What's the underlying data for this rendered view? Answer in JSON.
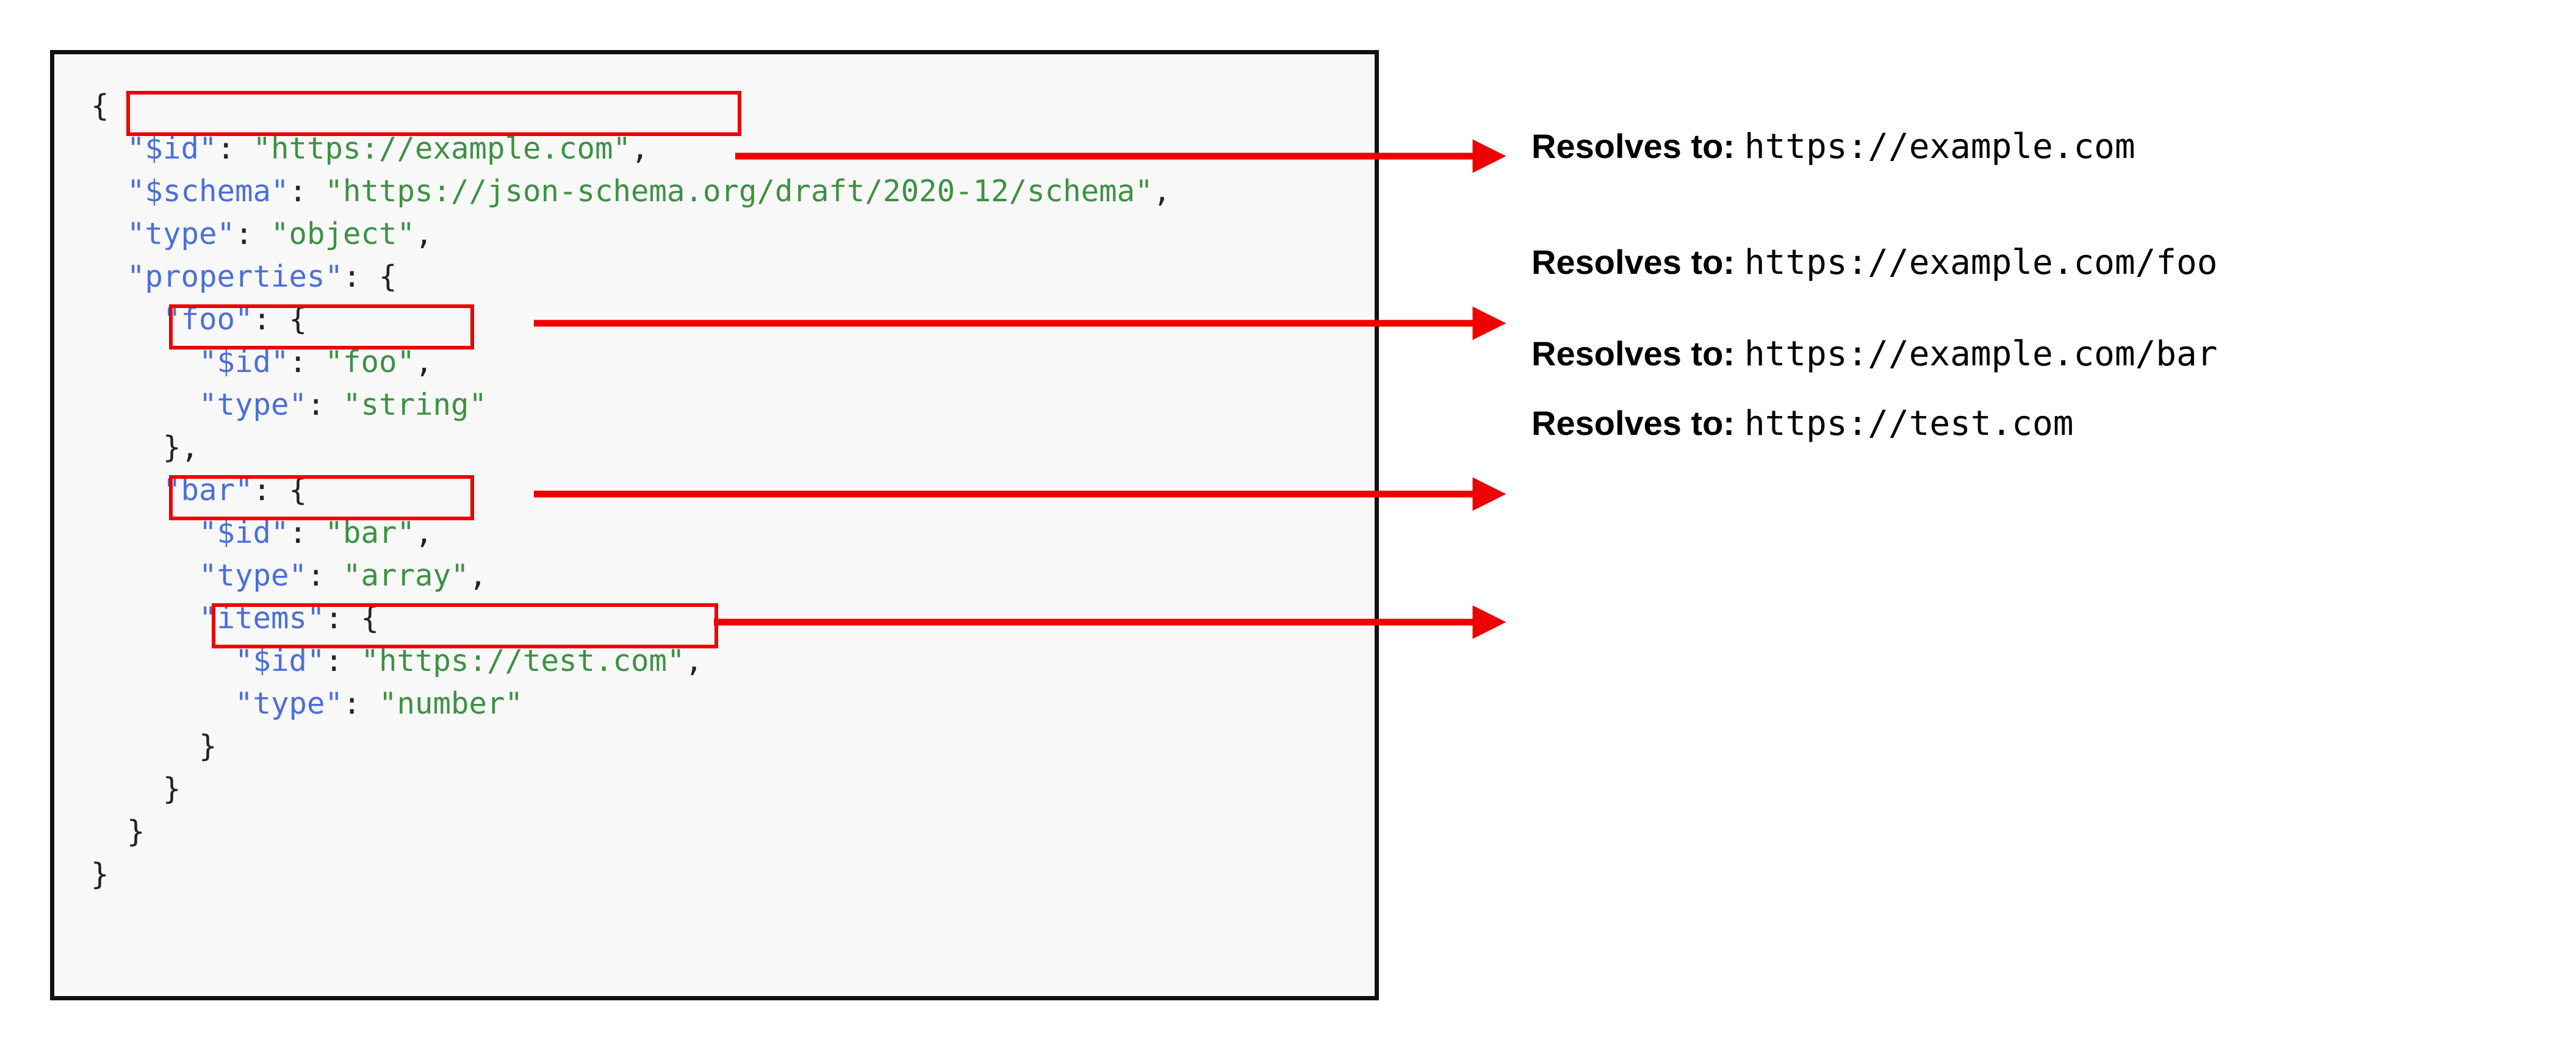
{
  "diagram": {
    "title": "JSON Schema $id resolution",
    "colors": {
      "accent_red": "#ee0000",
      "key_blue": "#4a6fdc",
      "string_green": "#3d9142",
      "panel_bg": "#f8f8f8",
      "panel_border": "#111111"
    }
  },
  "code": {
    "language": "json",
    "lines": [
      {
        "indent": 0,
        "segments": [
          {
            "t": "{",
            "c": "punct"
          }
        ]
      },
      {
        "indent": 1,
        "segments": [
          {
            "t": "\"$id\"",
            "c": "key"
          },
          {
            "t": ": ",
            "c": "punct"
          },
          {
            "t": "\"https://example.com\"",
            "c": "str"
          },
          {
            "t": ",",
            "c": "punct"
          }
        ]
      },
      {
        "indent": 1,
        "segments": [
          {
            "t": "\"$schema\"",
            "c": "key"
          },
          {
            "t": ": ",
            "c": "punct"
          },
          {
            "t": "\"https://json-schema.org/draft/2020-12/schema\"",
            "c": "str"
          },
          {
            "t": ",",
            "c": "punct"
          }
        ]
      },
      {
        "indent": 1,
        "segments": [
          {
            "t": "\"type\"",
            "c": "key"
          },
          {
            "t": ": ",
            "c": "punct"
          },
          {
            "t": "\"object\"",
            "c": "str"
          },
          {
            "t": ",",
            "c": "punct"
          }
        ]
      },
      {
        "indent": 1,
        "segments": [
          {
            "t": "\"properties\"",
            "c": "key"
          },
          {
            "t": ": {",
            "c": "punct"
          }
        ]
      },
      {
        "indent": 2,
        "segments": [
          {
            "t": "\"foo\"",
            "c": "key"
          },
          {
            "t": ": {",
            "c": "punct"
          }
        ]
      },
      {
        "indent": 3,
        "segments": [
          {
            "t": "\"$id\"",
            "c": "key"
          },
          {
            "t": ": ",
            "c": "punct"
          },
          {
            "t": "\"foo\"",
            "c": "str"
          },
          {
            "t": ",",
            "c": "punct"
          }
        ]
      },
      {
        "indent": 3,
        "segments": [
          {
            "t": "\"type\"",
            "c": "key"
          },
          {
            "t": ": ",
            "c": "punct"
          },
          {
            "t": "\"string\"",
            "c": "str"
          }
        ]
      },
      {
        "indent": 2,
        "segments": [
          {
            "t": "},",
            "c": "punct"
          }
        ]
      },
      {
        "indent": 2,
        "segments": [
          {
            "t": "\"bar\"",
            "c": "key"
          },
          {
            "t": ": {",
            "c": "punct"
          }
        ]
      },
      {
        "indent": 3,
        "segments": [
          {
            "t": "\"$id\"",
            "c": "key"
          },
          {
            "t": ": ",
            "c": "punct"
          },
          {
            "t": "\"bar\"",
            "c": "str"
          },
          {
            "t": ",",
            "c": "punct"
          }
        ]
      },
      {
        "indent": 3,
        "segments": [
          {
            "t": "\"type\"",
            "c": "key"
          },
          {
            "t": ": ",
            "c": "punct"
          },
          {
            "t": "\"array\"",
            "c": "str"
          },
          {
            "t": ",",
            "c": "punct"
          }
        ]
      },
      {
        "indent": 3,
        "segments": [
          {
            "t": "\"items\"",
            "c": "key"
          },
          {
            "t": ": {",
            "c": "punct"
          }
        ]
      },
      {
        "indent": 4,
        "segments": [
          {
            "t": "\"$id\"",
            "c": "key"
          },
          {
            "t": ": ",
            "c": "punct"
          },
          {
            "t": "\"https://test.com\"",
            "c": "str"
          },
          {
            "t": ",",
            "c": "punct"
          }
        ]
      },
      {
        "indent": 4,
        "segments": [
          {
            "t": "\"type\"",
            "c": "key"
          },
          {
            "t": ": ",
            "c": "punct"
          },
          {
            "t": "\"number\"",
            "c": "str"
          }
        ]
      },
      {
        "indent": 3,
        "segments": [
          {
            "t": "}",
            "c": "punct"
          }
        ]
      },
      {
        "indent": 2,
        "segments": [
          {
            "t": "}",
            "c": "punct"
          }
        ]
      },
      {
        "indent": 1,
        "segments": [
          {
            "t": "}",
            "c": "punct"
          }
        ]
      },
      {
        "indent": 0,
        "segments": [
          {
            "t": "}",
            "c": "punct"
          }
        ]
      }
    ]
  },
  "annotations": [
    {
      "label": "Resolves to:",
      "url": "https://example.com"
    },
    {
      "label": "Resolves to:",
      "url": "https://example.com/foo"
    },
    {
      "label": "Resolves to:",
      "url": "https://example.com/bar"
    },
    {
      "label": "Resolves to:",
      "url": "https://test.com"
    }
  ]
}
